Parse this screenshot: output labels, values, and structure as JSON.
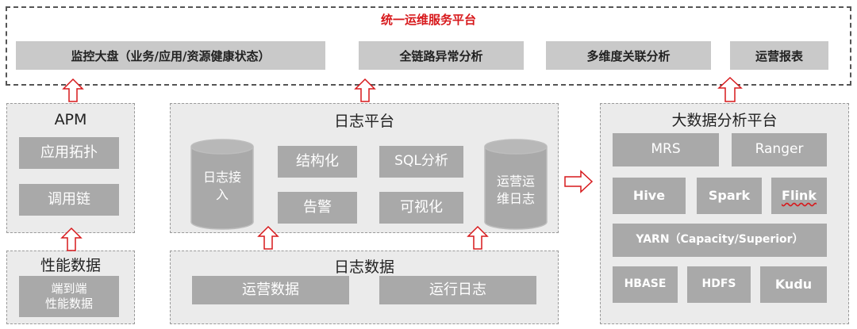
{
  "platform": {
    "title": "统一运维服务平台",
    "items": [
      "监控大盘（业务/应用/资源健康状态）",
      "全链路异常分析",
      "多维度关联分析",
      "运营报表"
    ]
  },
  "apm": {
    "title": "APM",
    "items": [
      "应用拓扑",
      "调用链"
    ]
  },
  "perf": {
    "title": "性能数据",
    "item": "端到端\n性能数据"
  },
  "log_platform": {
    "title": "日志平台",
    "left_cylinder": "日志接\n入",
    "right_cylinder": "运营运\n维日志",
    "items": [
      "结构化",
      "SQL分析",
      "告警",
      "可视化"
    ]
  },
  "log_data": {
    "title": "日志数据",
    "items": [
      "运营数据",
      "运行日志"
    ]
  },
  "bigdata": {
    "title": "大数据分析平台",
    "row1": [
      "MRS",
      "Ranger"
    ],
    "row2": [
      "Hive",
      "Spark",
      "Flink"
    ],
    "row3": "YARN（Capacity/Superior）",
    "row4": [
      "HBASE",
      "HDFS",
      "Kudu"
    ]
  },
  "colors": {
    "accent_red": "#d7191c",
    "box_gray": "#a9a9a9",
    "panel_gray": "#ebebeb",
    "top_box_gray": "#c9c9c9"
  }
}
